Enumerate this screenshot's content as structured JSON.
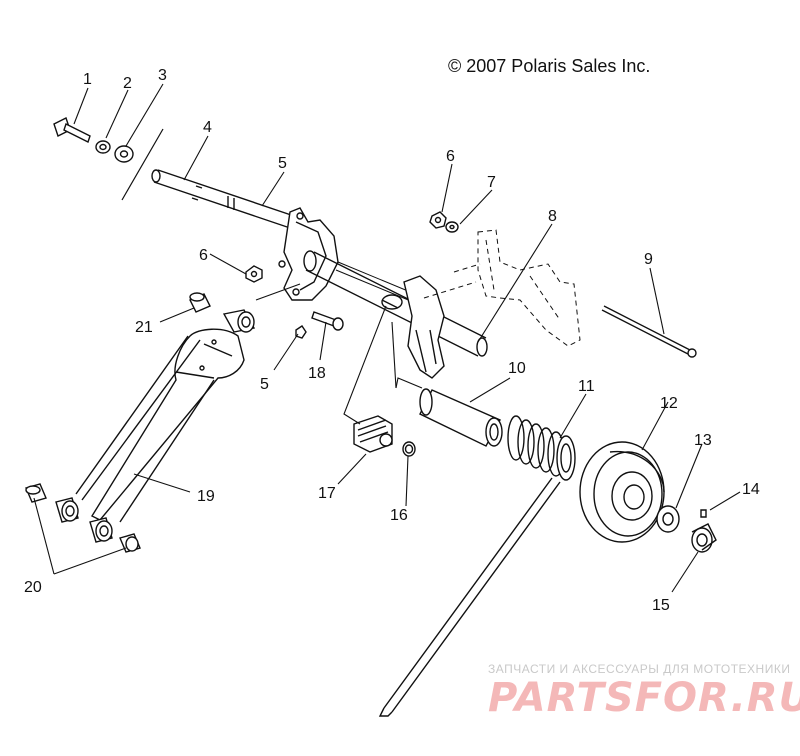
{
  "copyright": "© 2007 Polaris Sales Inc.",
  "watermark": {
    "top_line": "ЗАПЧАСТИ И АКСЕССУАРЫ ДЛЯ МОТОТЕХНИКИ",
    "brand": "PARTSFOR.RU"
  },
  "callouts": [
    "1",
    "2",
    "3",
    "4",
    "5",
    "6",
    "6",
    "7",
    "8",
    "9",
    "5",
    "10",
    "11",
    "12",
    "13",
    "14",
    "15",
    "16",
    "17",
    "18",
    "19",
    "20",
    "21"
  ]
}
